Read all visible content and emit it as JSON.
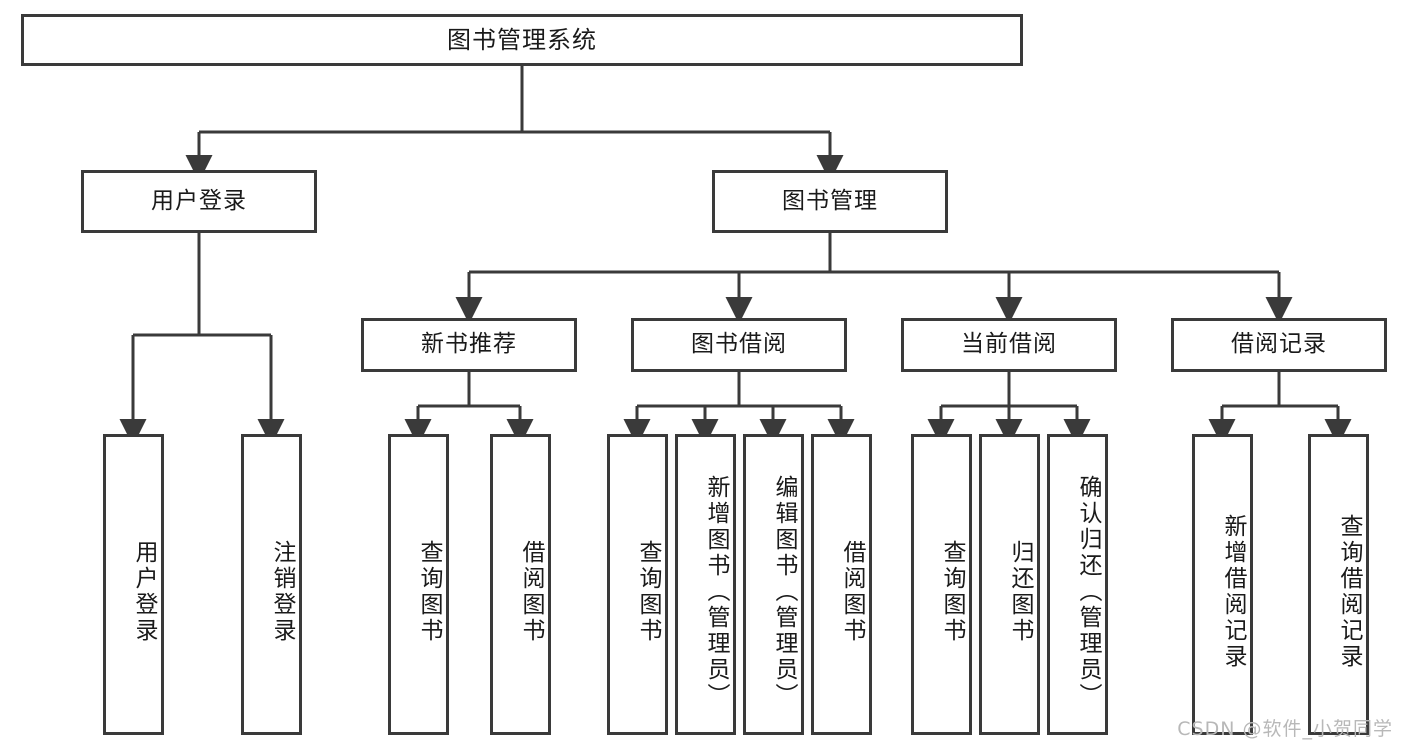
{
  "diagram": {
    "title": "图书管理系统",
    "type": "tree-hierarchy",
    "root": {
      "id": "root",
      "label": "图书管理系统"
    },
    "level2": [
      {
        "id": "user-login",
        "label": "用户登录"
      },
      {
        "id": "book-manage",
        "label": "图书管理"
      }
    ],
    "level3": [
      {
        "id": "new-book-rec",
        "label": "新书推荐",
        "parent": "book-manage"
      },
      {
        "id": "book-borrow",
        "label": "图书借阅",
        "parent": "book-manage"
      },
      {
        "id": "current-borrow",
        "label": "当前借阅",
        "parent": "book-manage"
      },
      {
        "id": "borrow-record",
        "label": "借阅记录",
        "parent": "book-manage"
      }
    ],
    "leaves": [
      {
        "id": "leaf-user-login",
        "label": "用户登录",
        "parent": "user-login"
      },
      {
        "id": "leaf-user-logout",
        "label": "注销登录",
        "parent": "user-login"
      },
      {
        "id": "leaf-rec-query",
        "label": "查询图书",
        "parent": "new-book-rec"
      },
      {
        "id": "leaf-rec-borrow",
        "label": "借阅图书",
        "parent": "new-book-rec"
      },
      {
        "id": "leaf-borrow-query",
        "label": "查询图书",
        "parent": "book-borrow"
      },
      {
        "id": "leaf-borrow-add",
        "label": "新增图书（管理员）",
        "parent": "book-borrow"
      },
      {
        "id": "leaf-borrow-edit",
        "label": "编辑图书（管理员）",
        "parent": "book-borrow"
      },
      {
        "id": "leaf-borrow-do",
        "label": "借阅图书",
        "parent": "book-borrow"
      },
      {
        "id": "leaf-cur-query",
        "label": "查询图书",
        "parent": "current-borrow"
      },
      {
        "id": "leaf-cur-return",
        "label": "归还图书",
        "parent": "current-borrow"
      },
      {
        "id": "leaf-cur-confirm",
        "label": "确认归还（管理员）",
        "parent": "current-borrow"
      },
      {
        "id": "leaf-rec-add",
        "label": "新增借阅记录",
        "parent": "borrow-record"
      },
      {
        "id": "leaf-rec-query2",
        "label": "查询借阅记录",
        "parent": "borrow-record"
      }
    ]
  },
  "watermark": {
    "text": "CSDN @软件_小贺同学"
  },
  "colors": {
    "stroke": "#3a3a3a",
    "background": "#ffffff",
    "text": "#1a1a1a",
    "watermark": "#b8b8b8"
  }
}
